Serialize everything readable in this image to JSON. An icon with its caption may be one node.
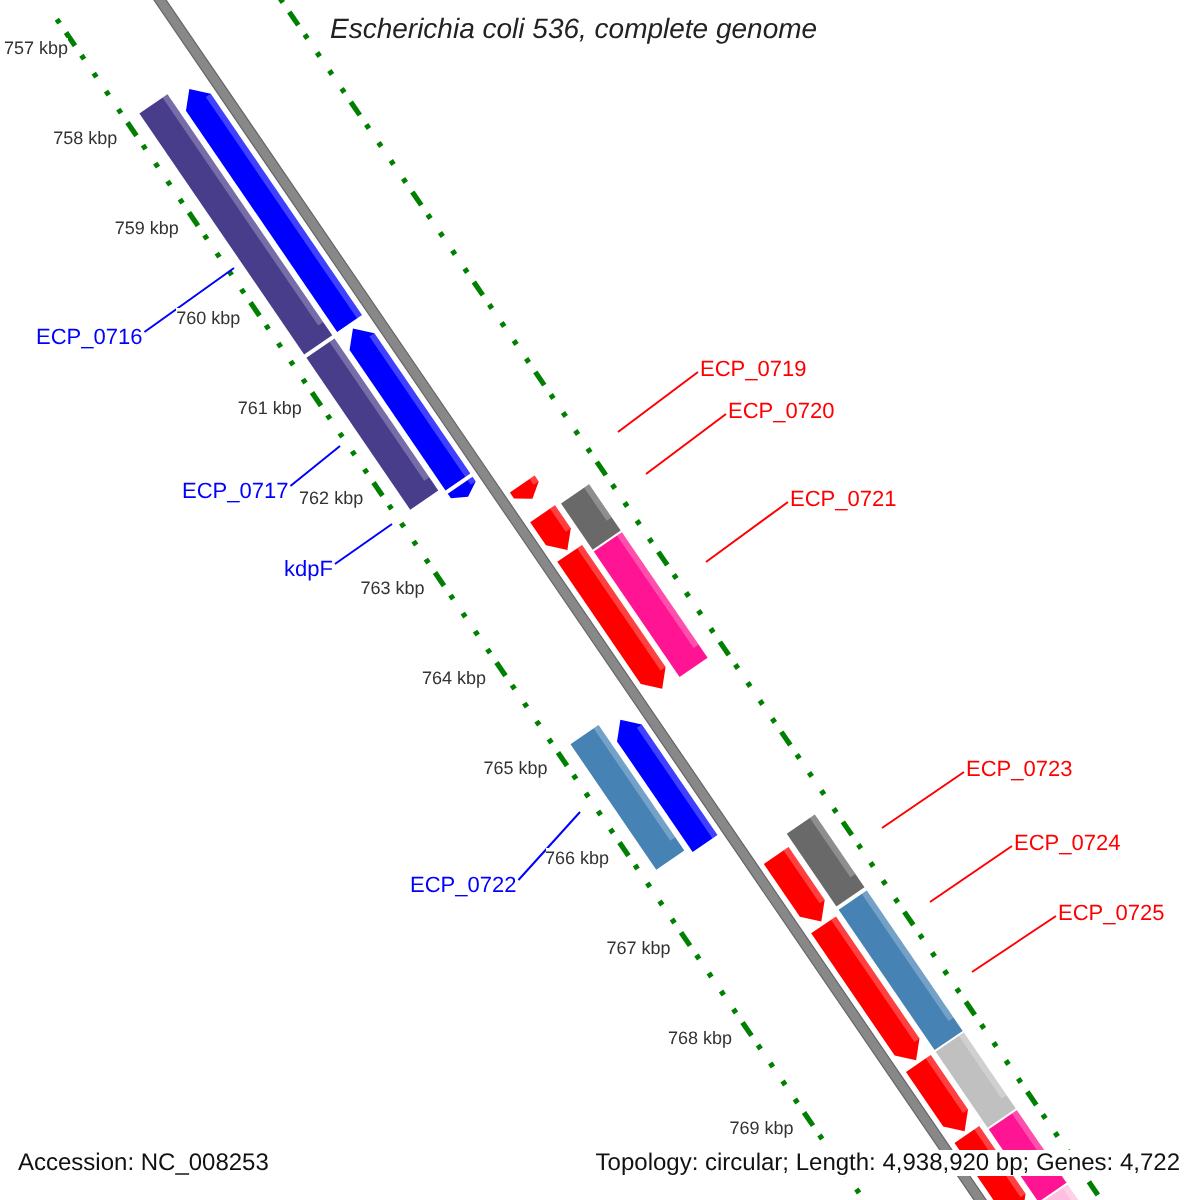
{
  "diagram": {
    "title": "Escherichia coli 536, complete genome",
    "nodes": [
      {
        "text": [
          "ECP_0716"
        ]
      },
      {
        "text": [
          "ECP_0719"
        ]
      },
      {
        "text": [
          "ECP_0720"
        ]
      },
      {
        "text": [
          "ECP_0717"
        ]
      },
      {
        "text": [
          "ECP_0721"
        ]
      },
      {
        "text": [
          "kdpF"
        ]
      },
      {
        "text": [
          "ECP_0723"
        ]
      },
      {
        "text": [
          "ECP_0724"
        ]
      },
      {
        "text": [
          "ECP_0722"
        ]
      },
      {
        "text": [
          "ECP_0725"
        ]
      }
    ],
    "edges": [
      {
        "from": 0,
        "to": null,
        "arrow": "none",
        "color": "#0000ff"
      },
      {
        "from": 1,
        "to": null,
        "arrow": "none"
      },
      {
        "from": 2,
        "to": null,
        "arrow": "none"
      },
      {
        "from": 3,
        "to": null,
        "arrow": "none",
        "color": "#0000ff"
      },
      {
        "from": 4,
        "to": null,
        "arrow": "none"
      },
      {
        "from": 5,
        "to": null,
        "arrow": "none",
        "color": "#0000ff"
      },
      {
        "from": 6,
        "to": null,
        "arrow": "none"
      },
      {
        "from": 7,
        "to": null,
        "arrow": "none"
      },
      {
        "from": 8,
        "to": null,
        "arrow": "none",
        "color": "#0000ff"
      },
      {
        "from": 9,
        "to": null,
        "arrow": "none"
      }
    ],
    "labels": [
      "757 kbp",
      "758 kbp",
      "759 kbp",
      "760 kbp",
      "761 kbp",
      "762 kbp",
      "763 kbp",
      "764 kbp",
      "765 kbp",
      "766 kbp",
      "767 kbp",
      "768 kbp",
      "769 kbp",
      "Accession: NC_008253",
      "Topology: circular; Length: 4,938,920 bp; Genes: 4,722"
    ]
  }
}
